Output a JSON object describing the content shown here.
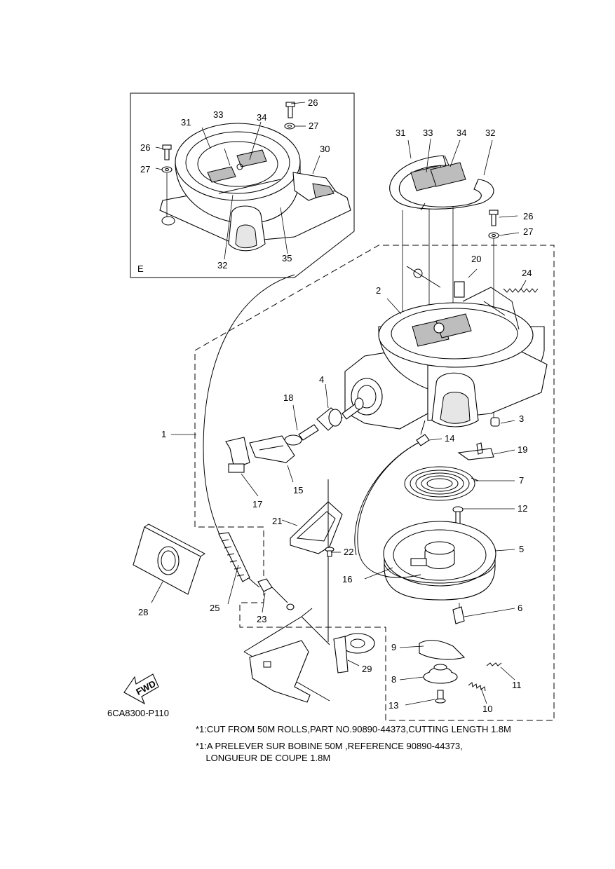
{
  "detail_view_label": "E",
  "fwd_label": "FWD",
  "diagram_code": "6CA8300-P110",
  "callouts": {
    "c1": "1",
    "c2": "2",
    "c3": "3",
    "c4": "4",
    "c5": "5",
    "c6": "6",
    "c7": "7",
    "c8": "8",
    "c9": "9",
    "c10": "10",
    "c11": "11",
    "c12": "12",
    "c13": "13",
    "c14": "14",
    "c15": "15",
    "c16": "16",
    "c17": "17",
    "c18": "18",
    "c19": "19",
    "c20": "20",
    "c21": "21",
    "c22": "22",
    "c23": "23",
    "c24": "24",
    "c25": "25",
    "c26": "26",
    "c27": "27",
    "c28": "28",
    "c29": "29",
    "c30": "30",
    "c31": "31",
    "c32": "32",
    "c33": "33",
    "c34": "34",
    "c35": "35"
  },
  "notes": [
    "*1:CUT FROM 50M ROLLS,PART NO.90890-44373,CUTTING LENGTH 1.8M",
    "*1:A PRELEVER SUR BOBINE 50M ,REFERENCE 90890-44373,",
    "    LONGUEUR DE COUPE 1.8M"
  ]
}
